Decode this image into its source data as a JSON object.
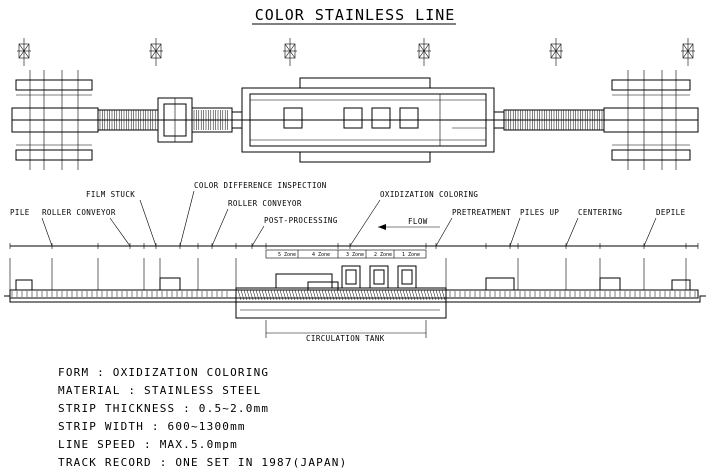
{
  "title": "COLOR STAINLESS LINE",
  "labels": {
    "pile": "PILE",
    "roller_conveyor_left": "ROLLER CONVEYOR",
    "film_stuck": "FILM STUCK",
    "color_difference_inspection": "COLOR DIFFERENCE INSPECTION",
    "roller_conveyor_mid": "ROLLER CONVEYOR",
    "post_processing": "POST-PROCESSING",
    "oxidization_coloring": "OXIDIZATION COLORING",
    "flow": "FLOW",
    "pretreatment": "PRETREATMENT",
    "piles_up": "PILES UP",
    "centering": "CENTERING",
    "depile": "DEPILE",
    "circulation_tank": "CIRCULATION TANK"
  },
  "zones": [
    "5 Zone",
    "4 Zone",
    "3 Zone",
    "2 Zone",
    "1 Zone"
  ],
  "specs": [
    "FORM : OXIDIZATION COLORING",
    "MATERIAL : STAINLESS STEEL",
    "STRIP THICKNESS : 0.5~2.0mm",
    "STRIP WIDTH : 600~1300mm",
    "LINE SPEED : MAX.5.0mpm",
    "TRACK RECORD : ONE SET IN 1987(JAPAN)"
  ]
}
